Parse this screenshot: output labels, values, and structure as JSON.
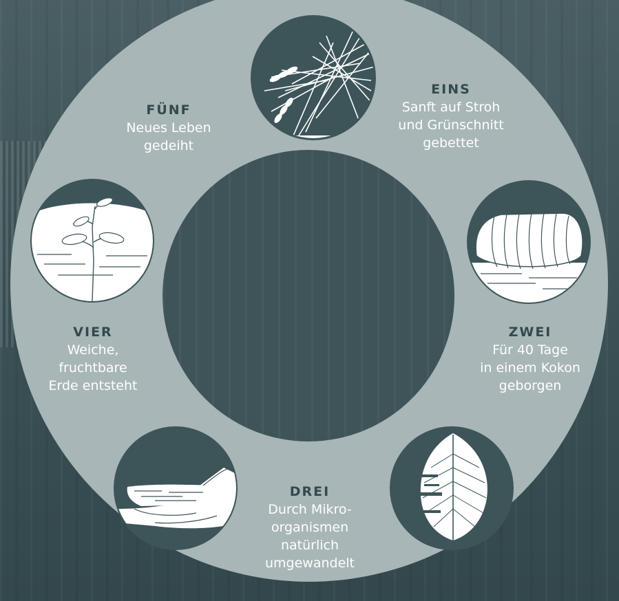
{
  "stages": {
    "eins": {
      "number": "EINS",
      "lines": [
        "Sanft auf Stroh",
        "und Grünschnitt",
        "gebettet"
      ],
      "icon": "straw-icon"
    },
    "zwei": {
      "number": "ZWEI",
      "lines": [
        "Für 40 Tage",
        "in einem Kokon",
        "geborgen"
      ],
      "icon": "cocoon-icon"
    },
    "drei": {
      "number": "DREI",
      "lines": [
        "Durch Mikro-",
        "organismen",
        "natürlich",
        "umgewandelt"
      ],
      "icon": "leaf-icon"
    },
    "vier": {
      "number": "VIER",
      "lines": [
        "Weiche,",
        "fruchtbare",
        "Erde entsteht"
      ],
      "icon": "hands-soil-icon"
    },
    "fuenf": {
      "number": "FÜNF",
      "lines": [
        "Neues Leben",
        "gedeiht"
      ],
      "icon": "seedling-icon"
    }
  },
  "colors": {
    "ring": "#a8b6b7",
    "center": "#3e5458",
    "icon_bg": "#3d5559",
    "heading": "#33494d",
    "text": "#ffffff"
  }
}
